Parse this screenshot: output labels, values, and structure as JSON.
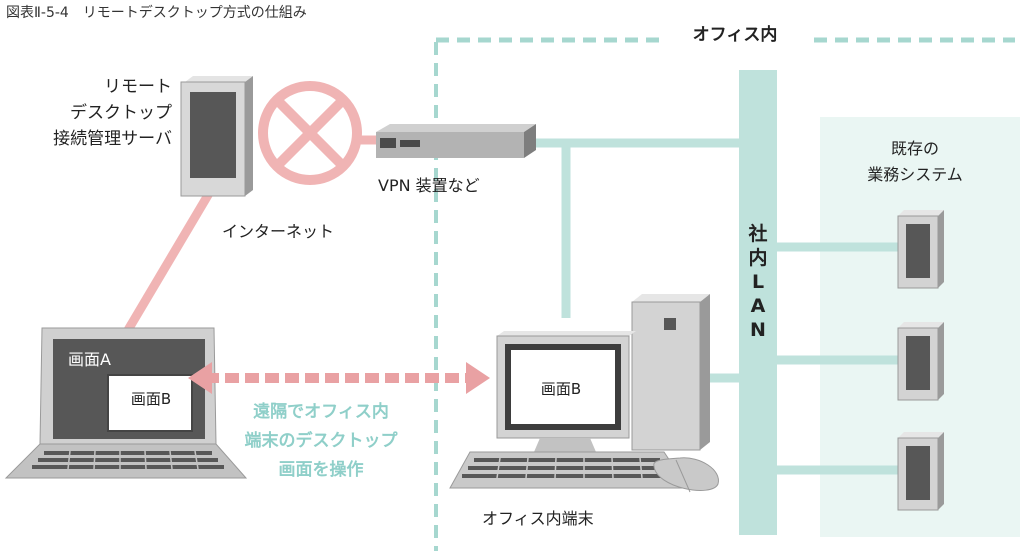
{
  "figure_title": "図表Ⅱ-5-4　リモートデスクトップ方式の仕組み",
  "office_label": "オフィス内",
  "remote_server_label_lines": [
    "リモート",
    "デスクトップ",
    "接続管理サーバ"
  ],
  "vpn_label": "VPN 装置など",
  "internet_label": "インターネット",
  "legacy_systems_label_lines": [
    "既存の",
    "業務システム"
  ],
  "lan_label_chars": [
    "社",
    "内",
    "L",
    "A",
    "N"
  ],
  "screen_a_label": "画面A",
  "screen_b_label_remote": "画面B",
  "screen_b_label_office": "画面B",
  "remote_operation_label_lines": [
    "遠隔でオフィス内",
    "端末のデスクトップ",
    "画面を操作"
  ],
  "office_terminal_label": "オフィス内端末",
  "colors": {
    "lan_teal": "#bfe2dc",
    "legacy_bg": "#eaf6f3",
    "arrow_pink": "#e9a1a3",
    "x_pink": "#f0b4b4",
    "dashed_teal": "#a6d7cf",
    "device_gray": "#8e8e8e",
    "screen_dark": "#575757"
  }
}
